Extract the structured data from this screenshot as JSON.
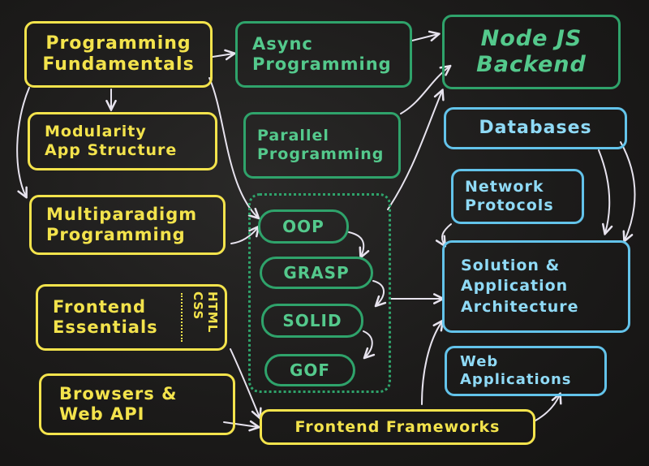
{
  "nodes": {
    "programming_fundamentals": {
      "line1": "Programming",
      "line2": "Fundamentals"
    },
    "modularity": {
      "line1": "Modularity",
      "line2": "App Structure"
    },
    "multiparadigm": {
      "line1": "Multiparadigm",
      "line2": "Programming"
    },
    "frontend_essentials": {
      "line1": "Frontend",
      "line2": "Essentials",
      "side1": "HTML",
      "side2": "CSS"
    },
    "browsers": {
      "line1": "Browsers &",
      "line2": "Web API"
    },
    "async": {
      "line1": "Async",
      "line2": "Programming"
    },
    "parallel": {
      "line1": "Parallel",
      "line2": "Programming"
    },
    "oop": {
      "label": "OOP"
    },
    "grasp": {
      "label": "GRASP"
    },
    "solid": {
      "label": "SOLID"
    },
    "gof": {
      "label": "GOF"
    },
    "frontend_frameworks": {
      "label": "Frontend Frameworks"
    },
    "nodejs": {
      "line1": "Node JS",
      "line2": "Backend"
    },
    "databases": {
      "label": "Databases"
    },
    "network_protocols": {
      "line1": "Network",
      "line2": "Protocols"
    },
    "solution_architecture": {
      "line1": "Solution &",
      "line2": "Application",
      "line3": "Architecture"
    },
    "web_applications": {
      "line1": "Web",
      "line2": "Applications"
    }
  },
  "colors": {
    "yellow": "#f3e34c",
    "green": "#2fa36b",
    "blue": "#63c3ea",
    "arrow": "#e7e3ee",
    "background": "#1c1b1a"
  }
}
